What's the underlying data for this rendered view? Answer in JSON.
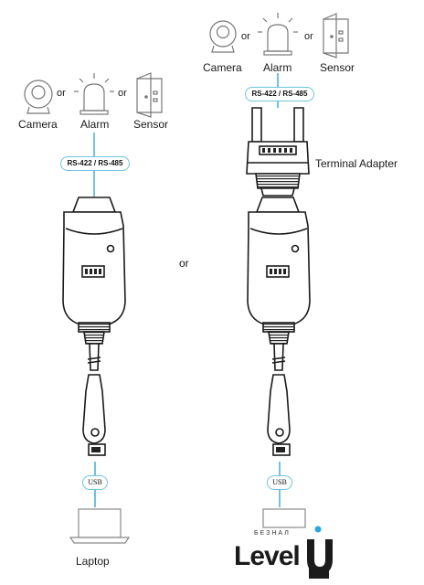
{
  "left": {
    "devices": {
      "camera": "Camera",
      "alarm": "Alarm",
      "sensor": "Sensor",
      "or1": "or",
      "or2": "or"
    },
    "bus_label": "RS-422 / RS-485",
    "usb_label": "USB",
    "host_label": "Laptop"
  },
  "middle_or": "or",
  "right": {
    "devices": {
      "camera": "Camera",
      "alarm": "Alarm",
      "sensor": "Sensor",
      "or1": "or",
      "or2": "or"
    },
    "bus_label": "RS-422 / RS-485",
    "adapter_label": "Terminal Adapter",
    "usb_label": "USB"
  },
  "watermark": {
    "small": "БЕЗНАЛ",
    "big": "Level",
    "accent_color": "#2aa7e0"
  },
  "colors": {
    "connector_blue": "#6fc3e0",
    "line": "#1a1a1a"
  }
}
